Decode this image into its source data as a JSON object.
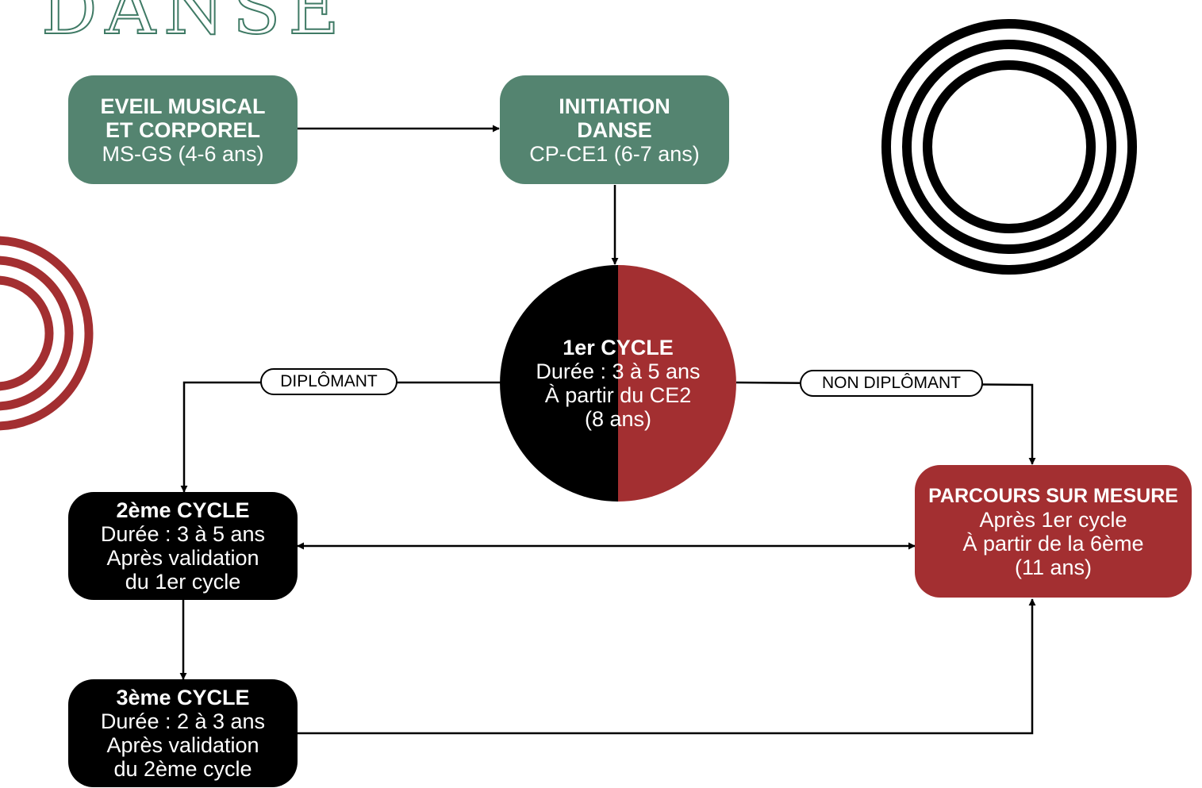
{
  "title": "DANSE",
  "nodes": {
    "eveil": {
      "title_line1": "EVEIL MUSICAL",
      "title_line2": "ET CORPOREL",
      "line1": "MS-GS (4-6 ans)"
    },
    "initiation": {
      "title_line1": "INITIATION",
      "title_line2": "DANSE",
      "line1": "CP-CE1 (6-7 ans)"
    },
    "cycle1": {
      "title": "1er CYCLE",
      "line1": "Durée : 3 à 5 ans",
      "line2": "À partir du CE2",
      "line3": "(8 ans)"
    },
    "cycle2": {
      "title": "2ème CYCLE",
      "line1": "Durée : 3 à 5 ans",
      "line2": "Après validation",
      "line3": "du 1er cycle"
    },
    "cycle3": {
      "title": "3ème CYCLE",
      "line1": "Durée : 2 à 3 ans",
      "line2": "Après validation",
      "line3": "du 2ème cycle"
    },
    "parcours": {
      "title": "PARCOURS SUR MESURE",
      "line1": "Après 1er cycle",
      "line2": "À partir de la 6ème",
      "line3": "(11 ans)"
    }
  },
  "edge_labels": {
    "diplomant": "DIPLÔMANT",
    "non_diplomant": "NON DIPLÔMANT"
  },
  "colors": {
    "green": "#548470",
    "red": "#a32f31",
    "black": "#000000",
    "title_outline": "#3f7a65"
  }
}
